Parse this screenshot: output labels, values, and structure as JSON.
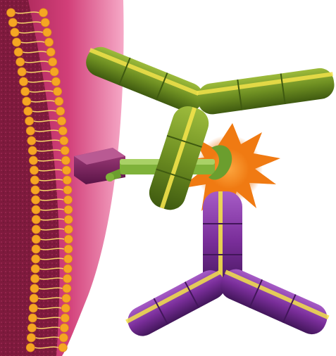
{
  "illustration": {
    "colors": {
      "background": "#ffffff",
      "membrane_outer": "#e14b86",
      "membrane_inner": "#b5305f",
      "cytoplasm": "#8d1e45",
      "lipid_head": "#f5a623",
      "lipid_tail": "#f7d36a",
      "antibody_green": "#6e8f22",
      "antibody_green_dark": "#3f5a10",
      "antibody_purple": "#7a2e9a",
      "antibody_purple_dark": "#42165a",
      "hinge_yellow": "#f2e24a",
      "receptor_purple": "#7b1f63",
      "receptor_green": "#7fb23a",
      "burst_orange": "#f07a12"
    },
    "elements": [
      "cell-membrane",
      "lipid-bilayer",
      "membrane-receptor",
      "green-antibody",
      "purple-antibody",
      "binding-burst"
    ]
  }
}
